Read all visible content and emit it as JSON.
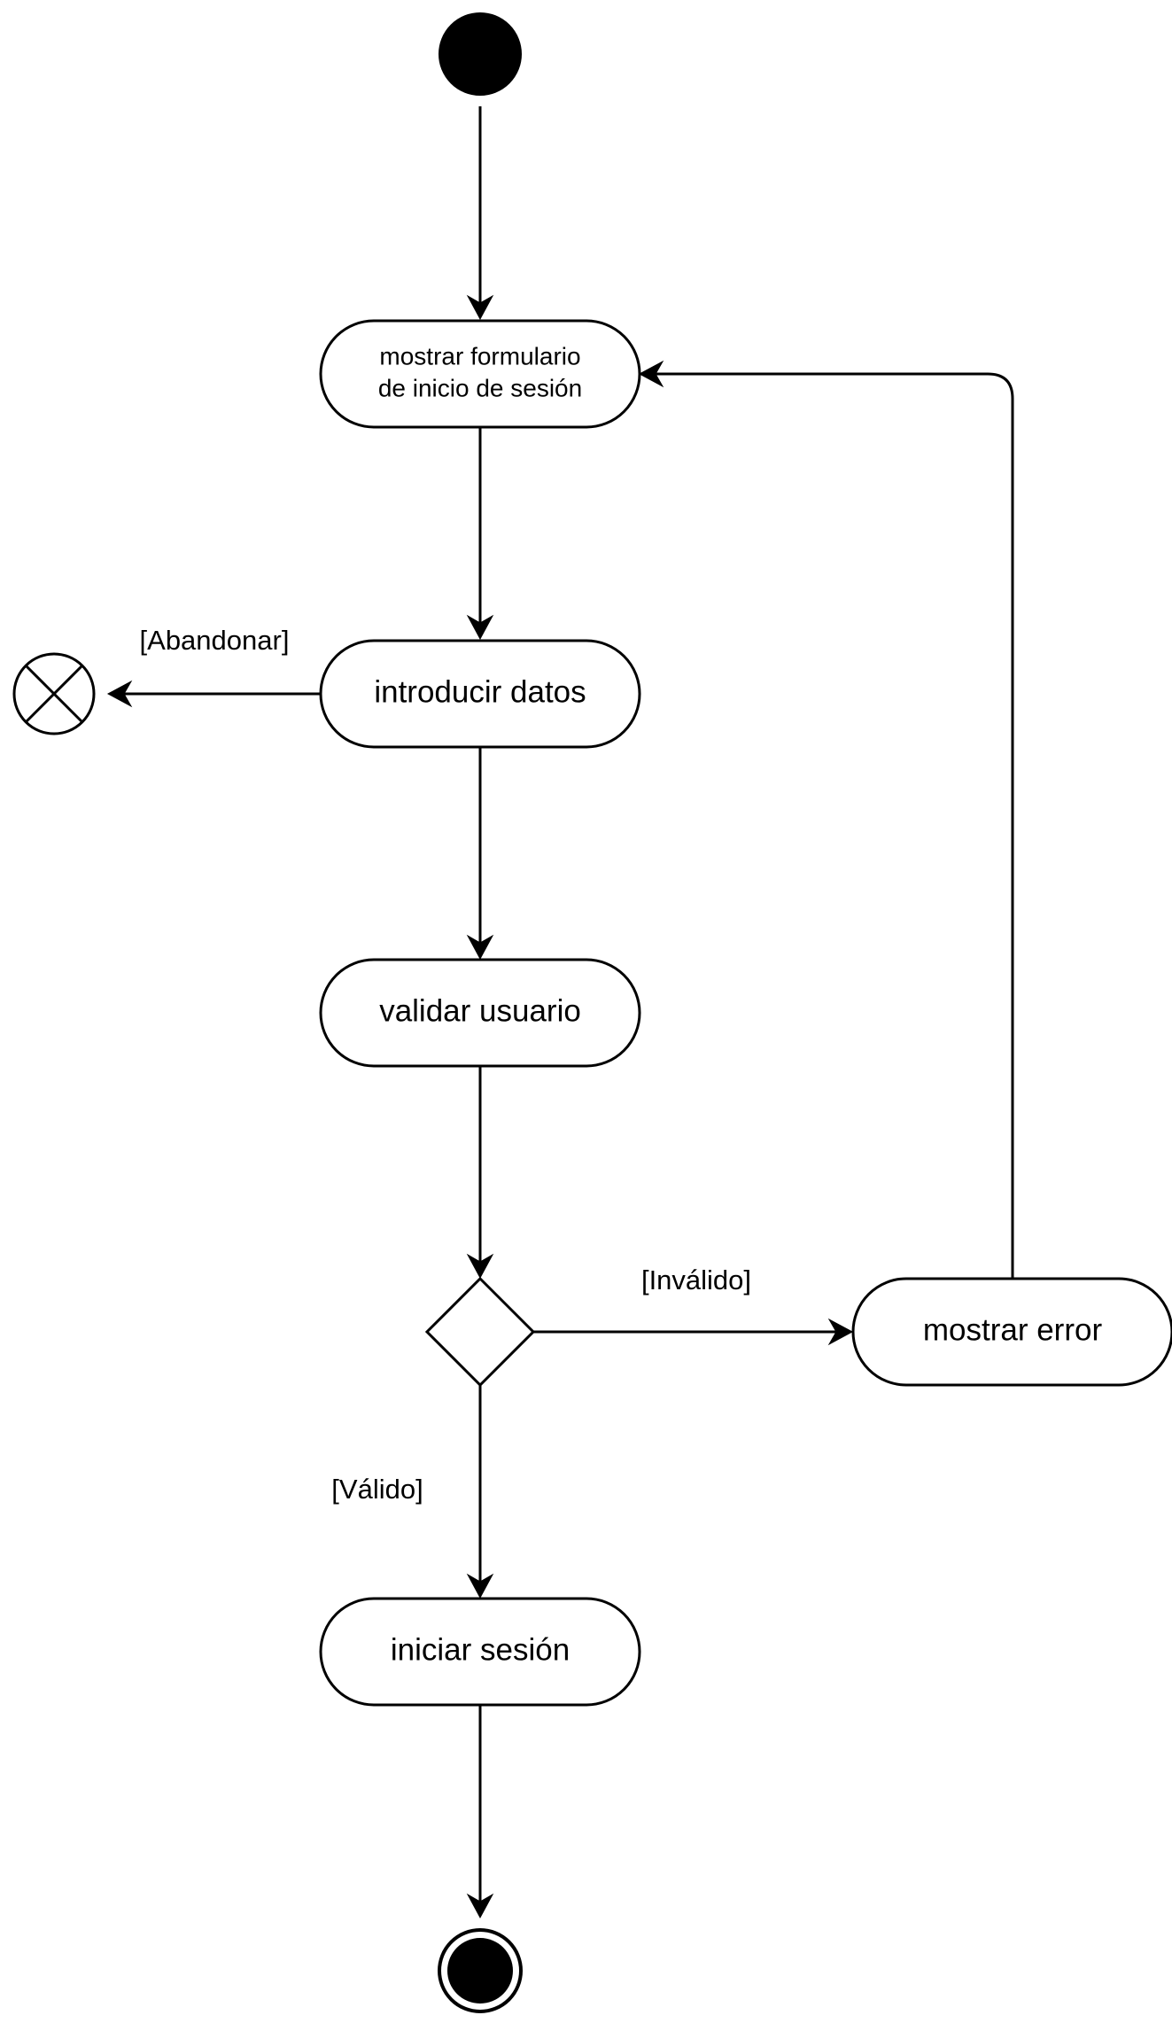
{
  "diagram": {
    "type": "uml-activity",
    "colors": {
      "stroke": "#000000",
      "fill": "#ffffff",
      "initial_node": "#000000"
    },
    "nodes": {
      "initial": {
        "kind": "initial-node"
      },
      "show_form": {
        "kind": "action",
        "line1": "mostrar formulario",
        "line2": "de inicio de sesión"
      },
      "enter_data": {
        "kind": "action",
        "label": "introducir datos"
      },
      "validate_user": {
        "kind": "action",
        "label": "validar usuario"
      },
      "decision": {
        "kind": "decision-node"
      },
      "show_error": {
        "kind": "action",
        "label": "mostrar error"
      },
      "login": {
        "kind": "action",
        "label": "iniciar sesión"
      },
      "flow_final": {
        "kind": "flow-final-node"
      },
      "activity_final": {
        "kind": "activity-final-node"
      }
    },
    "guards": {
      "abandon": "[Abandonar]",
      "invalid": "[Inválido]",
      "valid": "[Válido]"
    },
    "edges": [
      {
        "from": "initial",
        "to": "show_form"
      },
      {
        "from": "show_form",
        "to": "enter_data"
      },
      {
        "from": "enter_data",
        "to": "flow_final",
        "guard": "[Abandonar]"
      },
      {
        "from": "enter_data",
        "to": "validate_user"
      },
      {
        "from": "validate_user",
        "to": "decision"
      },
      {
        "from": "decision",
        "to": "show_error",
        "guard": "[Inválido]"
      },
      {
        "from": "show_error",
        "to": "show_form"
      },
      {
        "from": "decision",
        "to": "login",
        "guard": "[Válido]"
      },
      {
        "from": "login",
        "to": "activity_final"
      }
    ]
  }
}
